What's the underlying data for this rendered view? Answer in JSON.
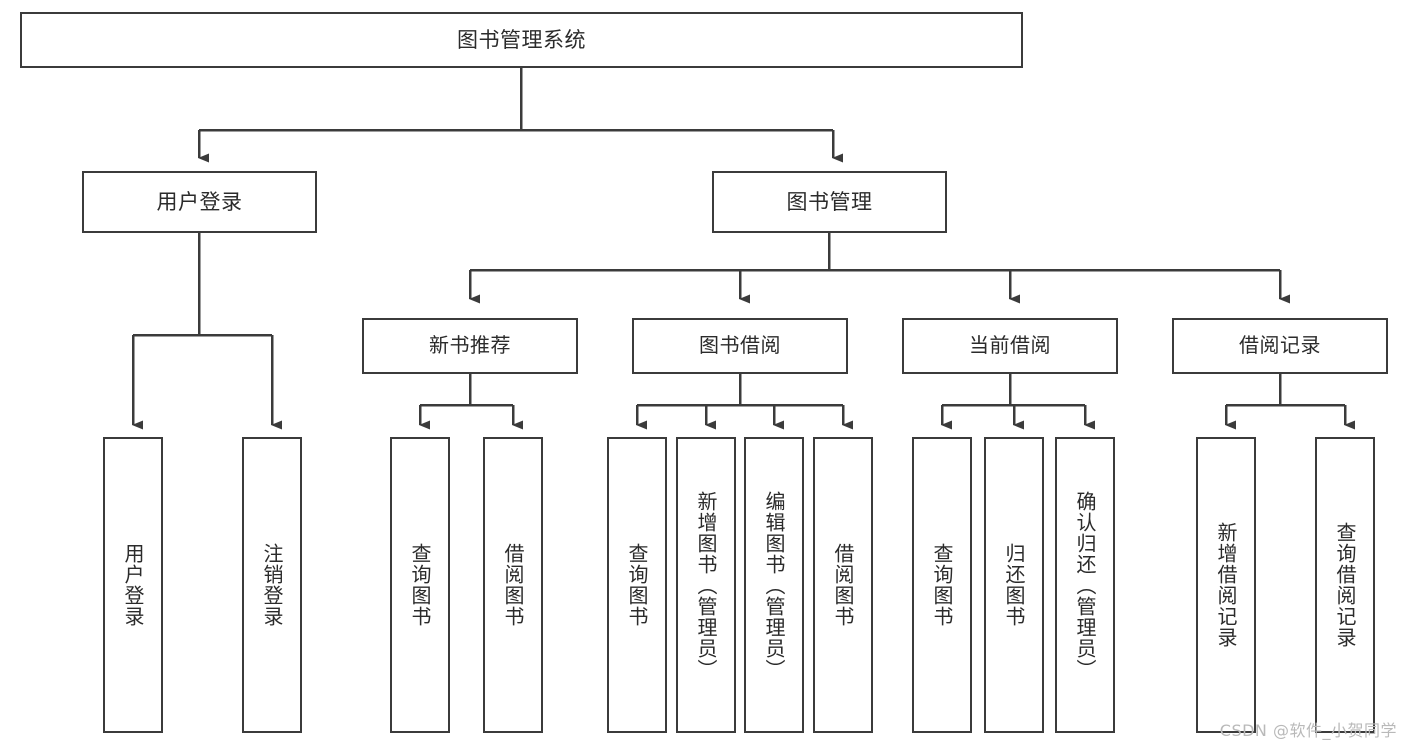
{
  "diagram": {
    "title": "图书管理系统",
    "type": "tree",
    "watermark": "CSDN @软件_小贺同学",
    "colors": {
      "stroke": "#3b3b3b",
      "fill": "#ffffff",
      "text": "#2b2b2b",
      "watermark": "#b9b9b9"
    },
    "root": {
      "label": "图书管理系统"
    },
    "level1": [
      {
        "label": "用户登录"
      },
      {
        "label": "图书管理"
      }
    ],
    "level2": [
      {
        "label": "新书推荐"
      },
      {
        "label": "图书借阅"
      },
      {
        "label": "当前借阅"
      },
      {
        "label": "借阅记录"
      }
    ],
    "leaves": {
      "user_login": [
        {
          "label": "用户登录"
        },
        {
          "label": "注销登录"
        }
      ],
      "new_book_recommend": [
        {
          "label": "查询图书"
        },
        {
          "label": "借阅图书"
        }
      ],
      "book_borrow": [
        {
          "label": "查询图书"
        },
        {
          "label": "新增图书（管理员）"
        },
        {
          "label": "编辑图书（管理员）"
        },
        {
          "label": "借阅图书"
        }
      ],
      "current_borrow": [
        {
          "label": "查询图书"
        },
        {
          "label": "归还图书"
        },
        {
          "label": "确认归还（管理员）"
        }
      ],
      "borrow_record": [
        {
          "label": "新增借阅记录"
        },
        {
          "label": "查询借阅记录"
        }
      ]
    }
  }
}
